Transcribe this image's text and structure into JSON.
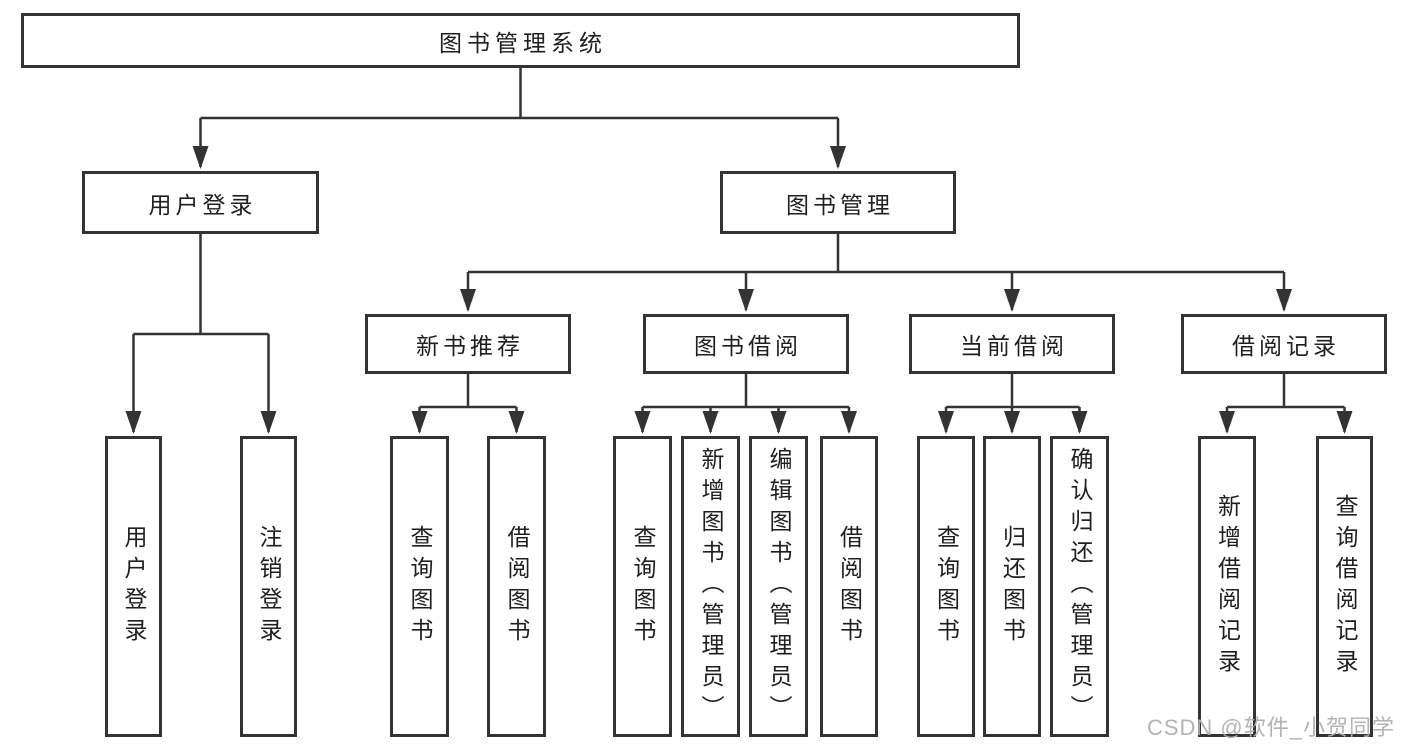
{
  "tree": {
    "root": {
      "label": "图书管理系统"
    },
    "branches": [
      {
        "label": "用户登录",
        "children": [
          {
            "label": "用户登录"
          },
          {
            "label": "注销登录"
          }
        ]
      },
      {
        "label": "图书管理",
        "children": [
          {
            "label": "新书推荐",
            "children": [
              {
                "label": "查询图书"
              },
              {
                "label": "借阅图书"
              }
            ]
          },
          {
            "label": "图书借阅",
            "children": [
              {
                "label": "查询图书"
              },
              {
                "label": "新增图书（管理员）"
              },
              {
                "label": "编辑图书（管理员）"
              },
              {
                "label": "借阅图书"
              }
            ]
          },
          {
            "label": "当前借阅",
            "children": [
              {
                "label": "查询图书"
              },
              {
                "label": "归还图书"
              },
              {
                "label": "确认归还（管理员）"
              }
            ]
          },
          {
            "label": "借阅记录",
            "children": [
              {
                "label": "新增借阅记录"
              },
              {
                "label": "查询借阅记录"
              }
            ]
          }
        ]
      }
    ]
  },
  "watermark": {
    "text": "CSDN @软件_小贺同学"
  },
  "colors": {
    "line": "#333333",
    "border": "#333333",
    "text": "#1f1f1f",
    "watermark": "#afafaf"
  }
}
